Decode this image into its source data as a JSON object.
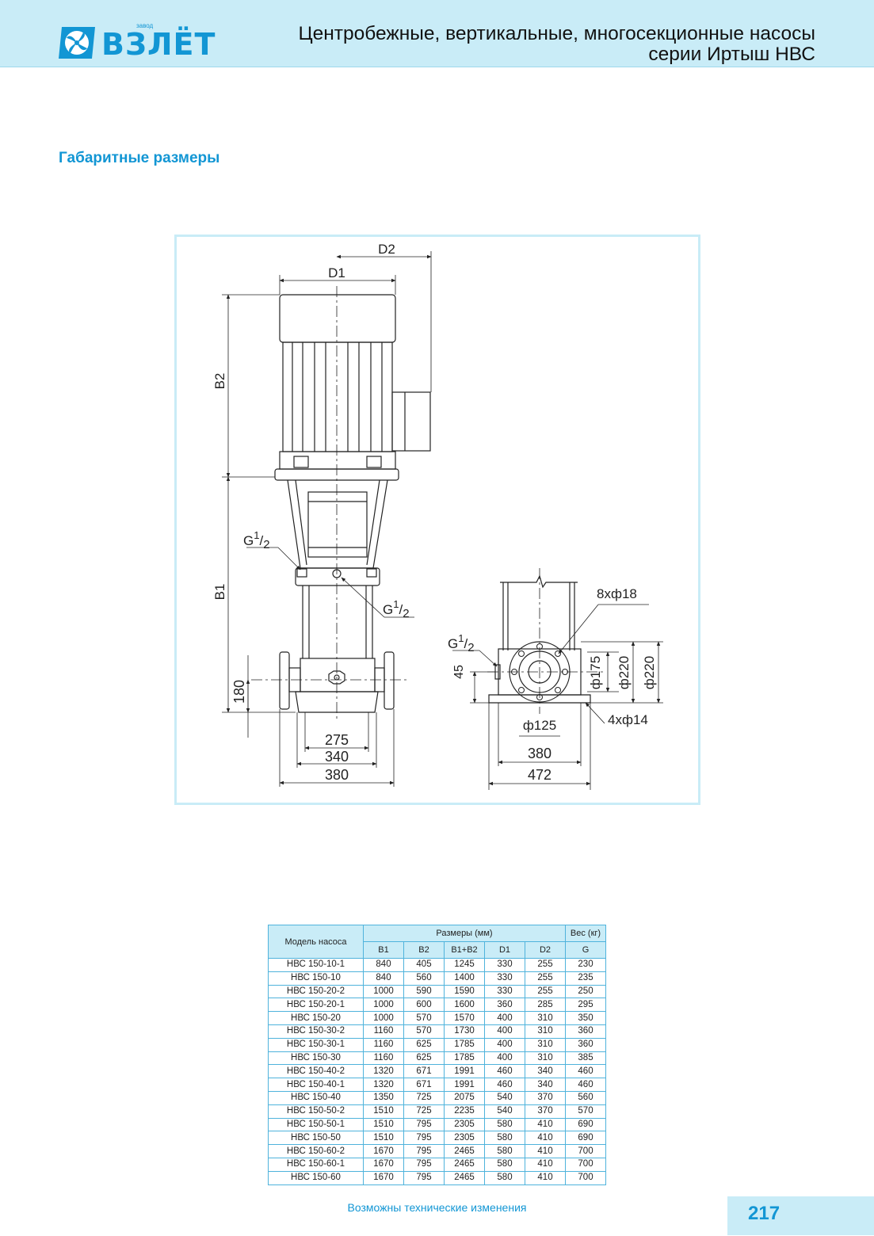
{
  "header": {
    "logo_small": "завод",
    "logo_text": "ВЗЛЁТ",
    "title_line1": "Центробежные, вертикальные, многосекционные насосы",
    "title_line2": "серии Иртыш НВС"
  },
  "section_title": "Габаритные размеры",
  "drawing": {
    "labels": {
      "d2": "D2",
      "d1": "D1",
      "b2": "B2",
      "b1": "B1",
      "g_num": "G",
      "g_sup": "1",
      "g_slash": "/",
      "g_sub": "2",
      "h180": "180",
      "w275": "275",
      "w340": "340",
      "w380a": "380",
      "h45": "45",
      "bolt8": "8xф18",
      "d175": "ф175",
      "d220a": "ф220",
      "d220b": "ф220",
      "d125": "ф125",
      "w380b": "380",
      "w472": "472",
      "bolt4": "4xф14"
    }
  },
  "table": {
    "head_model": "Модель насоса",
    "head_dims": "Размеры (мм)",
    "head_weight": "Вес (кг)",
    "cols": [
      "B1",
      "B2",
      "B1+B2",
      "D1",
      "D2",
      "G"
    ],
    "rows": [
      [
        "НВС 150-10-1",
        "840",
        "405",
        "1245",
        "330",
        "255",
        "230"
      ],
      [
        "НВС 150-10",
        "840",
        "560",
        "1400",
        "330",
        "255",
        "235"
      ],
      [
        "НВС 150-20-2",
        "1000",
        "590",
        "1590",
        "330",
        "255",
        "250"
      ],
      [
        "НВС 150-20-1",
        "1000",
        "600",
        "1600",
        "360",
        "285",
        "295"
      ],
      [
        "НВС 150-20",
        "1000",
        "570",
        "1570",
        "400",
        "310",
        "350"
      ],
      [
        "НВС 150-30-2",
        "1160",
        "570",
        "1730",
        "400",
        "310",
        "360"
      ],
      [
        "НВС 150-30-1",
        "1160",
        "625",
        "1785",
        "400",
        "310",
        "360"
      ],
      [
        "НВС 150-30",
        "1160",
        "625",
        "1785",
        "400",
        "310",
        "385"
      ],
      [
        "НВС 150-40-2",
        "1320",
        "671",
        "1991",
        "460",
        "340",
        "460"
      ],
      [
        "НВС 150-40-1",
        "1320",
        "671",
        "1991",
        "460",
        "340",
        "460"
      ],
      [
        "НВС 150-40",
        "1350",
        "725",
        "2075",
        "540",
        "370",
        "560"
      ],
      [
        "НВС 150-50-2",
        "1510",
        "725",
        "2235",
        "540",
        "370",
        "570"
      ],
      [
        "НВС 150-50-1",
        "1510",
        "795",
        "2305",
        "580",
        "410",
        "690"
      ],
      [
        "НВС 150-50",
        "1510",
        "795",
        "2305",
        "580",
        "410",
        "690"
      ],
      [
        "НВС 150-60-2",
        "1670",
        "795",
        "2465",
        "580",
        "410",
        "700"
      ],
      [
        "НВС 150-60-1",
        "1670",
        "795",
        "2465",
        "580",
        "410",
        "700"
      ],
      [
        "НВС 150-60",
        "1670",
        "795",
        "2465",
        "580",
        "410",
        "700"
      ]
    ]
  },
  "footer_note": "Возможны технические изменения",
  "page_number": "217",
  "colors": {
    "accent": "#1296d4",
    "header_bg": "#c9ecf7",
    "table_border": "#4fb3dc"
  }
}
